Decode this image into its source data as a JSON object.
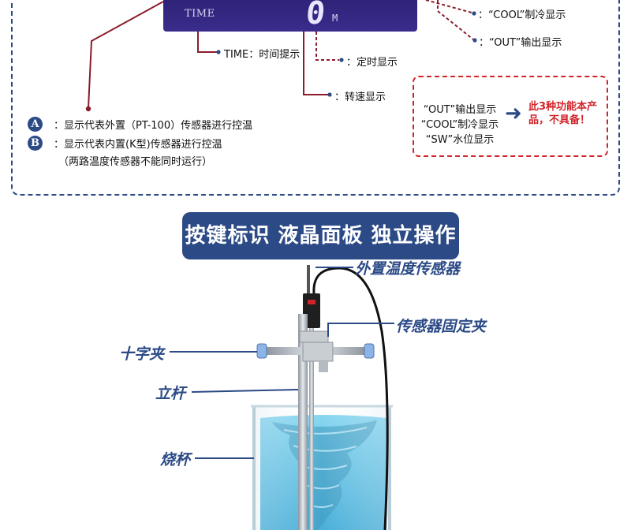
{
  "display": {
    "time_label": "TIME",
    "digit": "0",
    "unit": "M"
  },
  "callouts": {
    "cool": "：“COOL”制冷显示",
    "out": "：“OUT”输出显示",
    "time": "TIME：时间提示",
    "timer": "：定时显示",
    "speed": "：转速显示"
  },
  "legend": [
    {
      "badge": "A",
      "text": "：显示代表外置（PT-100）传感器进行控温"
    },
    {
      "badge": "B",
      "text": "：显示代表内置(K型)传感器进行控温"
    }
  ],
  "legend_note": "（两路温度传感器不能同时运行）",
  "notice": {
    "items": [
      "“OUT”输出显示",
      "“COOL”制冷显示",
      "“SW”水位显示"
    ],
    "arrow": "➜",
    "message": "此3种功能本产品，不具备！"
  },
  "banner": "按键标识 液晶面板 独立操作",
  "parts": {
    "external_sensor": "外置温度传感器",
    "sensor_clamp": "传感器固定夹",
    "cross_clamp": "十字夹",
    "rod": "立杆",
    "beaker": "烧杯"
  },
  "colors": {
    "accent": "#2b4a86",
    "leader": "#8a1c2b",
    "alert": "#d0242a",
    "lcd": "#33287f",
    "liquid": "#47b8df"
  }
}
